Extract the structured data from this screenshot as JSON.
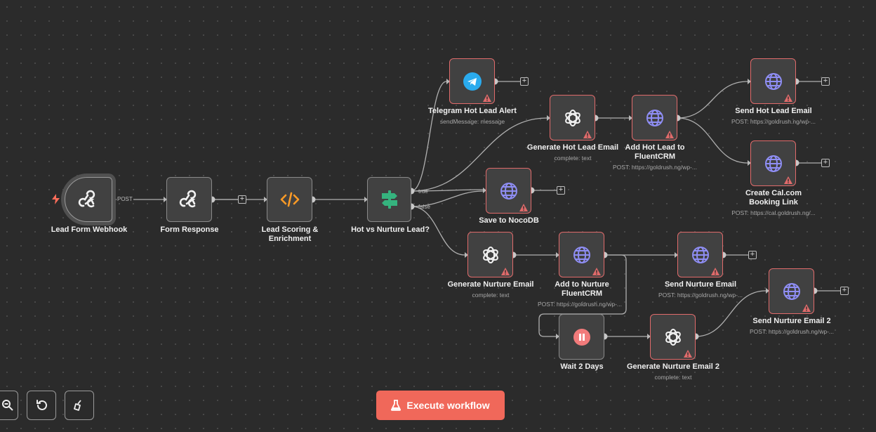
{
  "nodes": {
    "webhook": {
      "label": "Lead Form Webhook",
      "icon": "webhook-icon"
    },
    "form_response": {
      "label": "Form Response",
      "icon": "webhook-icon"
    },
    "lead_scoring": {
      "label": "Lead Scoring & Enrichment",
      "icon": "code-icon"
    },
    "hot_vs_nurture": {
      "label": "Hot vs Nurture Lead?",
      "icon": "if-branch-icon",
      "true_label": "true",
      "false_label": "false"
    },
    "telegram": {
      "label": "Telegram Hot Lead Alert",
      "sub": "sendMessage: message",
      "icon": "telegram-icon"
    },
    "gen_hot_email": {
      "label": "Generate Hot Lead Email",
      "sub": "complete: text",
      "icon": "openai-icon"
    },
    "add_hot_fluent": {
      "label": "Add Hot Lead to FluentCRM",
      "sub": "POST: https://goldrush.ng/wp-...",
      "icon": "globe-icon"
    },
    "send_hot_email": {
      "label": "Send Hot Lead Email",
      "sub": "POST: https://goldrush.ng/wp-...",
      "icon": "globe-icon"
    },
    "create_cal": {
      "label": "Create Cal.com Booking Link",
      "sub": "POST: https://cal.goldrush.ng/...",
      "icon": "globe-icon"
    },
    "save_noco": {
      "label": "Save to NocoDB",
      "icon": "globe-icon"
    },
    "gen_nurture": {
      "label": "Generate Nurture Email",
      "sub": "complete: text",
      "icon": "openai-icon"
    },
    "add_nurture_fluent": {
      "label": "Add to Nurture FluentCRM",
      "sub": "POST: https://goldrush.ng/wp-...",
      "icon": "globe-icon"
    },
    "send_nurture": {
      "label": "Send Nurture Email",
      "sub": "POST: https://goldrush.ng/wp-...",
      "icon": "globe-icon"
    },
    "send_nurture2": {
      "label": "Send Nurture Email 2",
      "sub": "POST: https://goldrush.ng/wp-...",
      "icon": "globe-icon"
    },
    "wait": {
      "label": "Wait 2 Days",
      "icon": "pause-icon"
    },
    "gen_nurture2": {
      "label": "Generate Nurture Email 2",
      "sub": "complete: text",
      "icon": "openai-icon"
    }
  },
  "edge_labels": {
    "post": "POST"
  },
  "toolbar": {
    "execute_label": "Execute workflow"
  },
  "colors": {
    "accent": "#f0685a",
    "warning": "#e06b6b",
    "globe": "#8f8ef5",
    "code": "#ff9b26",
    "if": "#35b37e",
    "telegram": "#2aabee",
    "pause": "#f27b7b"
  }
}
